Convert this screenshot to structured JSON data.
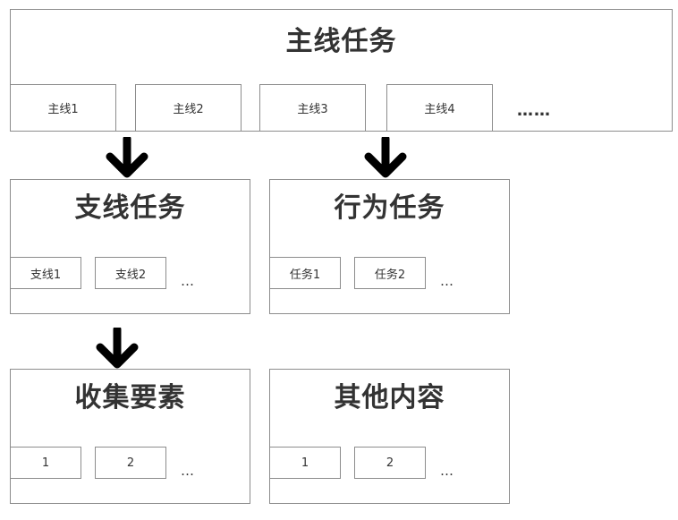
{
  "main": {
    "title": "主线任务",
    "items": [
      "主线1",
      "主线2",
      "主线3",
      "主线4"
    ],
    "ellipsis": "……"
  },
  "branch": {
    "title": "支线任务",
    "items": [
      "支线1",
      "支线2"
    ],
    "ellipsis": "…"
  },
  "behavior": {
    "title": "行为任务",
    "items": [
      "任务1",
      "任务2"
    ],
    "ellipsis": "…"
  },
  "collect": {
    "title": "收集要素",
    "items": [
      "1",
      "2"
    ],
    "ellipsis": "…"
  },
  "other": {
    "title": "其他内容",
    "items": [
      "1",
      "2"
    ],
    "ellipsis": "…"
  },
  "icons": {
    "arrow": "down-arrow-icon"
  },
  "colors": {
    "border": "#8c8c8c",
    "arrow": "#000000",
    "text": "#333333"
  }
}
